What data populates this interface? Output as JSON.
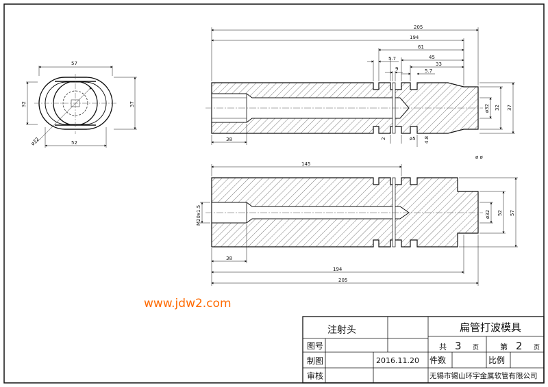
{
  "dimensions": {
    "top_205": "205",
    "top_194": "194",
    "top_61": "61",
    "top_45": "45",
    "top_33": "33",
    "top_5_7_a": "5.7",
    "top_5_7_b": "5.7",
    "top_9": "9",
    "top_38": "38",
    "top_2": "2",
    "top_dia5": "ø5",
    "top_4_8": "4.8",
    "top_dia32": "ø32",
    "top_32": "32",
    "top_37": "37",
    "left_57": "57",
    "left_32": "32",
    "left_37": "37",
    "left_dia32": "ø32",
    "left_52": "52",
    "bot_145": "145",
    "bot_38": "38",
    "bot_194": "194",
    "bot_205": "205",
    "bot_m20": "M20x1.5",
    "bot_dia32": "ø32",
    "bot_52": "52",
    "bot_57": "57",
    "side_note": "ø ø"
  },
  "watermark": "www.jdw2.com",
  "title_block": {
    "part_name": "注射头",
    "drawing_title": "扁管打波模具",
    "total_label": "共",
    "total_value": "3",
    "page_unit_1": "页",
    "sheet_label": "第",
    "sheet_value": "2",
    "page_unit_2": "页",
    "drawing_no_label": "图号",
    "drawn_label": "制图",
    "date": "2016.11.20",
    "quantity_label": "件数",
    "scale_label": "比例",
    "review_label": "审核",
    "company": "无锡市锡山环宇金属软管有限公司"
  }
}
